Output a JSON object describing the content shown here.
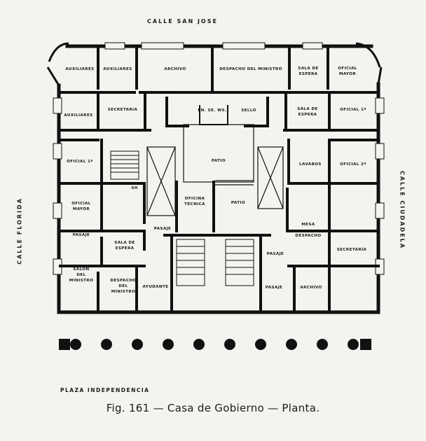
{
  "streets": {
    "top": "CALLE SAN JOSE",
    "left": "CALLE FLORIDA",
    "right": "CALLE CIUDADELA",
    "bottom": "PLAZA INDEPENDENCIA"
  },
  "caption": "Fig. 161 — Casa de Gobierno — Planta.",
  "rooms": [
    {
      "id": "auxiliares-1",
      "lines": [
        "AUXILIARES"
      ]
    },
    {
      "id": "auxiliares-2",
      "lines": [
        "AUXILIARES"
      ]
    },
    {
      "id": "archivo-top",
      "lines": [
        "ARCHIVO"
      ]
    },
    {
      "id": "despacho-ministro-top",
      "lines": [
        "DESPACHO DEL MINISTRO"
      ]
    },
    {
      "id": "sala-espera-top",
      "lines": [
        "SALA DE",
        "ESPERA"
      ]
    },
    {
      "id": "oficial-mayor-top",
      "lines": [
        "OFICIAL",
        "MAYOR"
      ]
    },
    {
      "id": "auxiliares-3",
      "lines": [
        "AUXILIARES"
      ]
    },
    {
      "id": "secretaria-top",
      "lines": [
        "SECRETARIA"
      ]
    },
    {
      "id": "en-se-ws",
      "lines": [
        "EN. SE. WS."
      ]
    },
    {
      "id": "sello",
      "lines": [
        "SELLO"
      ]
    },
    {
      "id": "sala-espera-right",
      "lines": [
        "SALA DE",
        "ESPERA"
      ]
    },
    {
      "id": "oficial-1-right",
      "lines": [
        "OFICIAL 1º"
      ]
    },
    {
      "id": "oficial-1-left",
      "lines": [
        "OFICIAL 1º"
      ]
    },
    {
      "id": "patio-main",
      "lines": [
        "PATIO"
      ]
    },
    {
      "id": "lavabos",
      "lines": [
        "LAVABOS"
      ]
    },
    {
      "id": "oficial-2",
      "lines": [
        "OFICIAL 2º"
      ]
    },
    {
      "id": "oficial-mayor-left",
      "lines": [
        "OFICIAL",
        "MAYOR"
      ]
    },
    {
      "id": "oficina-tecnica",
      "lines": [
        "OFICINA",
        "TÉCNICA"
      ]
    },
    {
      "id": "patio-small",
      "lines": [
        "PATIO"
      ]
    },
    {
      "id": "pasaje-1",
      "lines": [
        "PASAJE"
      ]
    },
    {
      "id": "pasaje-2",
      "lines": [
        "PASAJE"
      ]
    },
    {
      "id": "mesa",
      "lines": [
        "MESA"
      ]
    },
    {
      "id": "sala-espera-mid",
      "lines": [
        "SALA DE",
        "ESPERA"
      ]
    },
    {
      "id": "despacho-mid",
      "lines": [
        "DESPACHO"
      ]
    },
    {
      "id": "secretaria-right",
      "lines": [
        "SECRETARÍA"
      ]
    },
    {
      "id": "pasaje-3",
      "lines": [
        "PASAJE"
      ]
    },
    {
      "id": "salon-ministro",
      "lines": [
        "SALON",
        "DEL",
        "MINISTRO"
      ]
    },
    {
      "id": "despacho-ministro-bottom",
      "lines": [
        "DESPACHO",
        "DEL",
        "MINISTRO"
      ]
    },
    {
      "id": "ayudante",
      "lines": [
        "AYUDANTE"
      ]
    },
    {
      "id": "pasaje-4",
      "lines": [
        "PASAJE"
      ]
    },
    {
      "id": "archivo-bottom",
      "lines": [
        "ARCHIVO"
      ]
    },
    {
      "id": "sh",
      "lines": [
        "SH"
      ]
    }
  ]
}
